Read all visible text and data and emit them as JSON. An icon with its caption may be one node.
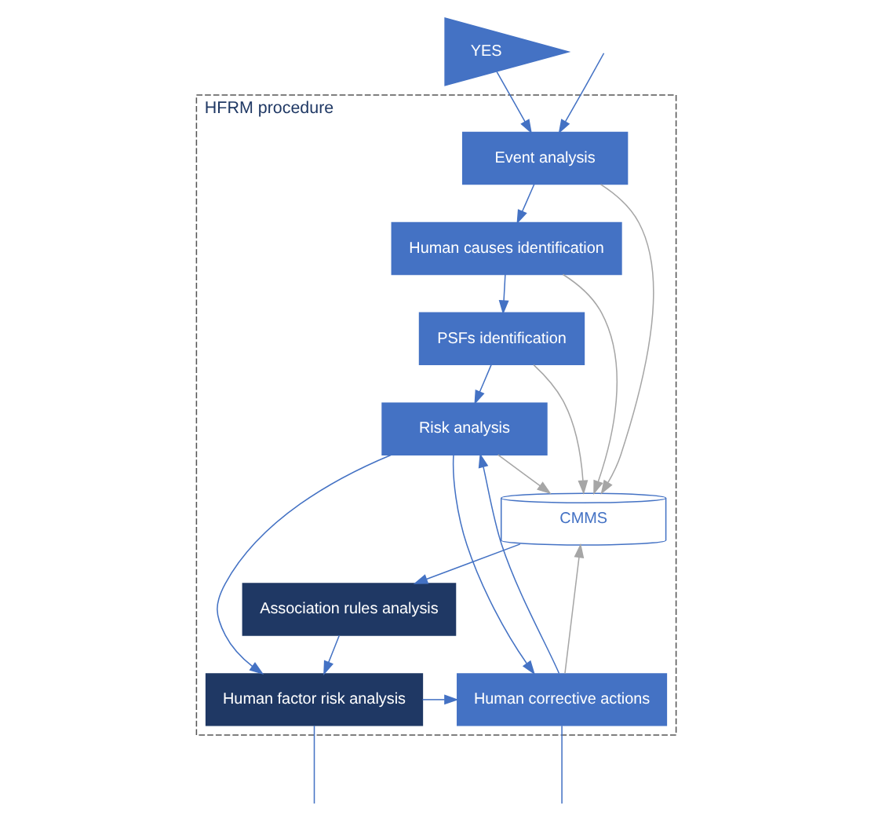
{
  "diagram": {
    "nodes": [
      {
        "text": [
          "HFRM procedure"
        ]
      },
      {
        "text": [
          "Event analysis"
        ],
        "in": 0
      },
      {
        "text": [
          "Human causes identification"
        ],
        "in": 0
      },
      {
        "text": [
          "PSFs identification"
        ],
        "in": 0
      },
      {
        "text": [
          "Risk analysis"
        ],
        "in": 0
      },
      {
        "text": [
          "CMMS"
        ],
        "in": 0
      },
      {
        "text": [
          "Association rules analysis"
        ],
        "in": 0
      },
      {
        "text": [
          "Human corrective actions"
        ],
        "in": 0
      },
      {
        "text": [
          "Human factor risk analysis"
        ],
        "in": 0
      },
      {
        "text": [
          "YES"
        ]
      }
    ],
    "edges": [
      {
        "from": 9,
        "to": 1,
        "arrow": "to"
      },
      {
        "from": null,
        "to": 1,
        "arrow": "to"
      },
      {
        "from": 1,
        "to": 2,
        "arrow": "to"
      },
      {
        "from": 2,
        "to": 3,
        "arrow": "to"
      },
      {
        "from": 3,
        "to": 4,
        "arrow": "to"
      },
      {
        "from": 1,
        "to": 5,
        "arrow": "to",
        "color": "#a6a6a6"
      },
      {
        "from": 2,
        "to": 5,
        "arrow": "to",
        "color": "#a6a6a6"
      },
      {
        "from": 3,
        "to": 5,
        "arrow": "to",
        "color": "#a6a6a6"
      },
      {
        "from": 4,
        "to": 5,
        "arrow": "to",
        "color": "#a6a6a6"
      },
      {
        "from": 7,
        "to": 5,
        "arrow": "to",
        "color": "#a6a6a6"
      },
      {
        "from": 5,
        "to": 6,
        "arrow": "to"
      },
      {
        "from": 4,
        "to": 7,
        "arrow": "to"
      },
      {
        "from": 4,
        "to": 8,
        "arrow": "to"
      },
      {
        "from": 6,
        "to": 8,
        "arrow": "to"
      },
      {
        "from": 8,
        "to": 7,
        "arrow": "to"
      },
      {
        "from": 7,
        "to": 4,
        "arrow": "to"
      },
      {
        "from": 7,
        "to": null,
        "arrow": "none"
      },
      {
        "from": 8,
        "to": null,
        "arrow": "none"
      }
    ]
  }
}
